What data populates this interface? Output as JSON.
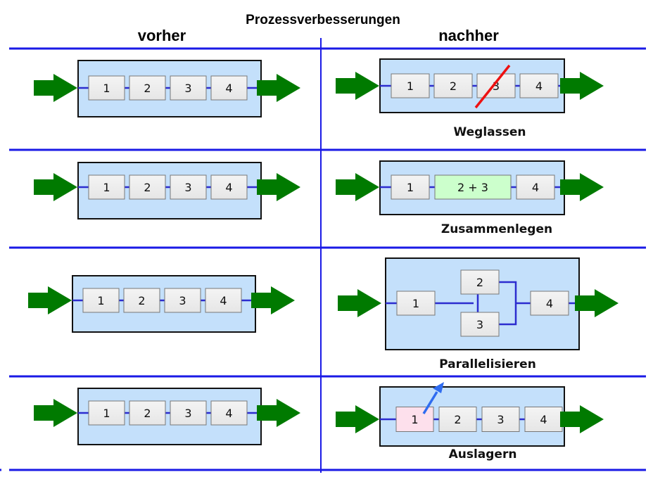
{
  "title": "Prozessverbesserungen",
  "columns": {
    "before": "vorher",
    "after": "nachher"
  },
  "colors": {
    "divider": "#1a1ae6",
    "container_fill": "#c4e0fb",
    "step_fill": "#ececec",
    "merged_step_fill": "#ccffcc",
    "outsourced_step_fill": "#fde0ec",
    "flow_arrow": "#007a00",
    "strike": "#ee1111",
    "outsource_arrow": "#2f6cf0"
  },
  "rows": [
    {
      "id": "weglassen",
      "before": {
        "steps": [
          "1",
          "2",
          "3",
          "4"
        ]
      },
      "after": {
        "steps": [
          "1",
          "2",
          "3",
          "4"
        ],
        "removed_step": "3",
        "caption": "Weglassen"
      }
    },
    {
      "id": "zusammenlegen",
      "before": {
        "steps": [
          "1",
          "2",
          "3",
          "4"
        ]
      },
      "after": {
        "steps": [
          "1",
          "2 + 3",
          "4"
        ],
        "merged_step": "2 + 3",
        "caption": "Zusammenlegen"
      }
    },
    {
      "id": "parallelisieren",
      "before": {
        "steps": [
          "1",
          "2",
          "3",
          "4"
        ]
      },
      "after": {
        "steps": [
          "1",
          "2",
          "3",
          "4"
        ],
        "parallel_steps": [
          "2",
          "3"
        ],
        "caption": "Parallelisieren"
      }
    },
    {
      "id": "auslagern",
      "before": {
        "steps": [
          "1",
          "2",
          "3",
          "4"
        ]
      },
      "after": {
        "steps": [
          "1",
          "2",
          "3",
          "4"
        ],
        "outsourced_step": "1",
        "caption": "Auslagern"
      }
    }
  ]
}
